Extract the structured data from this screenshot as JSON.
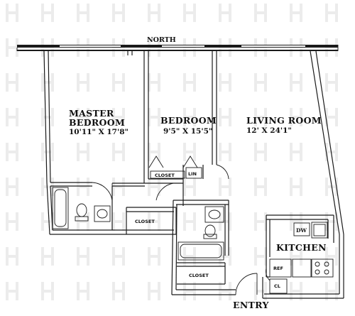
{
  "compass": {
    "north": "NORTH"
  },
  "rooms": {
    "master_bedroom": {
      "line1": "MASTER",
      "line2": "BEDROOM",
      "dims": "10'11\" X 17'8\""
    },
    "bedroom": {
      "name": "BEDROOM",
      "dims": "9'5\" X 15'5\""
    },
    "living_room": {
      "name": "LIVING ROOM",
      "dims": "12' X 24'1\""
    },
    "kitchen": {
      "name": "KITCHEN"
    }
  },
  "closets": {
    "bedroom": "CLOSET",
    "master": "CLOSET",
    "bath": "CLOSET",
    "linen": "LIN",
    "entry": "CL"
  },
  "appliances": {
    "dishwasher": "DW",
    "refrigerator": "REF"
  },
  "entry": {
    "label": "ENTRY"
  }
}
